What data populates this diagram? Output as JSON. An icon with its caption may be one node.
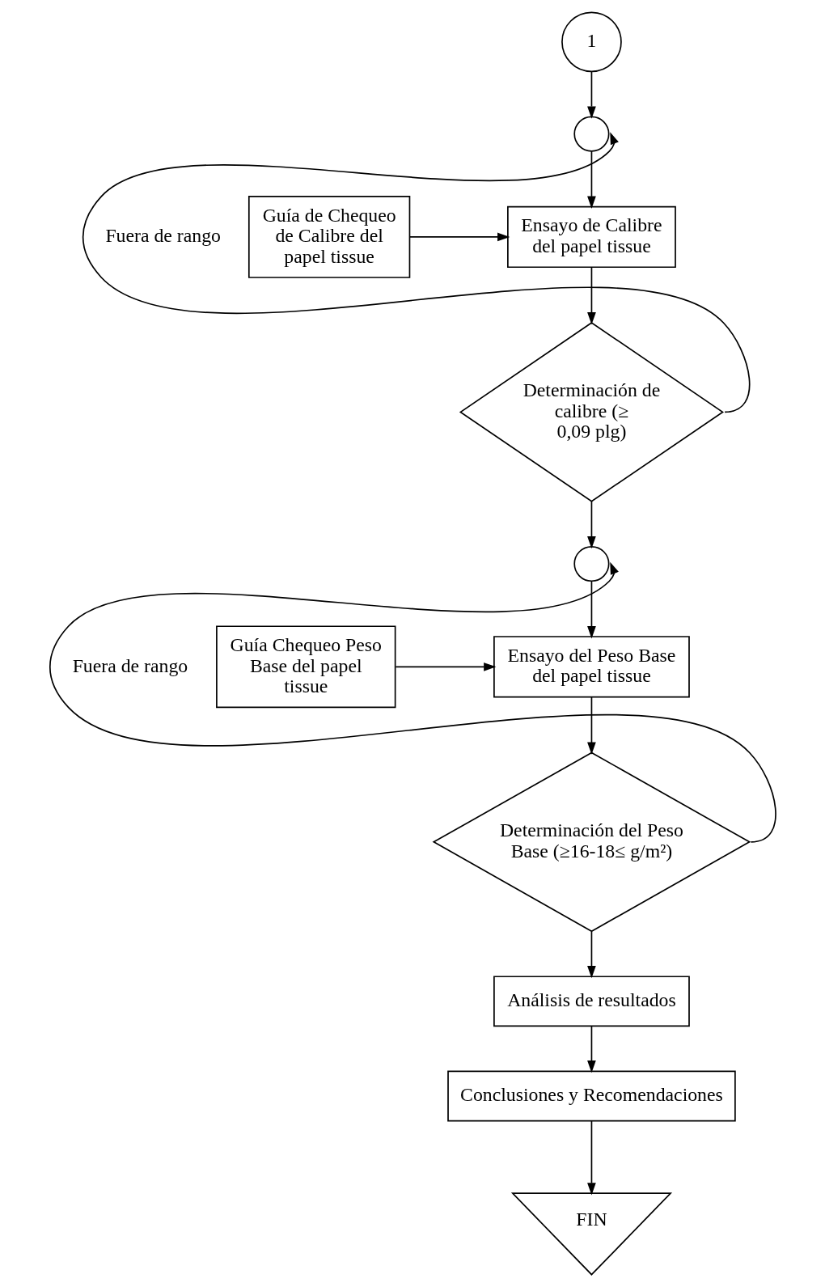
{
  "diagram": {
    "nodes": [
      {
        "text": [
          "1"
        ]
      },
      {
        "text": [],
        "shape": "circle"
      },
      {
        "text": [
          "Guía de Chequeo de Calibre del papel tissue"
        ]
      },
      {
        "text": [
          "Ensayo de Calibre del papel tissue"
        ]
      },
      {
        "text": [
          "Determinación de calibre (≥ 0,09 plg)"
        ]
      },
      {
        "text": [],
        "shape": "circle"
      },
      {
        "text": [
          "Guía Chequeo Peso Base del papel tissue"
        ]
      },
      {
        "text": [
          "Ensayo del Peso Base del papel tissue"
        ]
      },
      {
        "text": [
          "Determinación del Peso Base (≥16-18≤ g/m²)"
        ]
      },
      {
        "text": [
          "Análisis de resultados"
        ]
      },
      {
        "text": [
          "Conclusiones y Recomendaciones"
        ]
      },
      {
        "text": [
          "FIN"
        ]
      }
    ],
    "edges": [
      {
        "from": 0,
        "to": 1,
        "arrow": "to"
      },
      {
        "from": 1,
        "to": 3,
        "arrow": "to"
      },
      {
        "from": 2,
        "to": 3,
        "arrow": "to"
      },
      {
        "from": 3,
        "to": 4,
        "arrow": "to"
      },
      {
        "from": 4,
        "to": 5,
        "arrow": "to"
      },
      {
        "from": 4,
        "to": 1,
        "arrow": "to",
        "label": "Fuera de rango"
      },
      {
        "from": 5,
        "to": 7,
        "arrow": "to"
      },
      {
        "from": 6,
        "to": 7,
        "arrow": "to"
      },
      {
        "from": 7,
        "to": 8,
        "arrow": "to"
      },
      {
        "from": 8,
        "to": 5,
        "arrow": "to",
        "label": "Fuera de rango"
      },
      {
        "from": 8,
        "to": 9,
        "arrow": "to"
      },
      {
        "from": 9,
        "to": 10,
        "arrow": "to"
      },
      {
        "from": 10,
        "to": 11,
        "arrow": "to"
      }
    ]
  }
}
